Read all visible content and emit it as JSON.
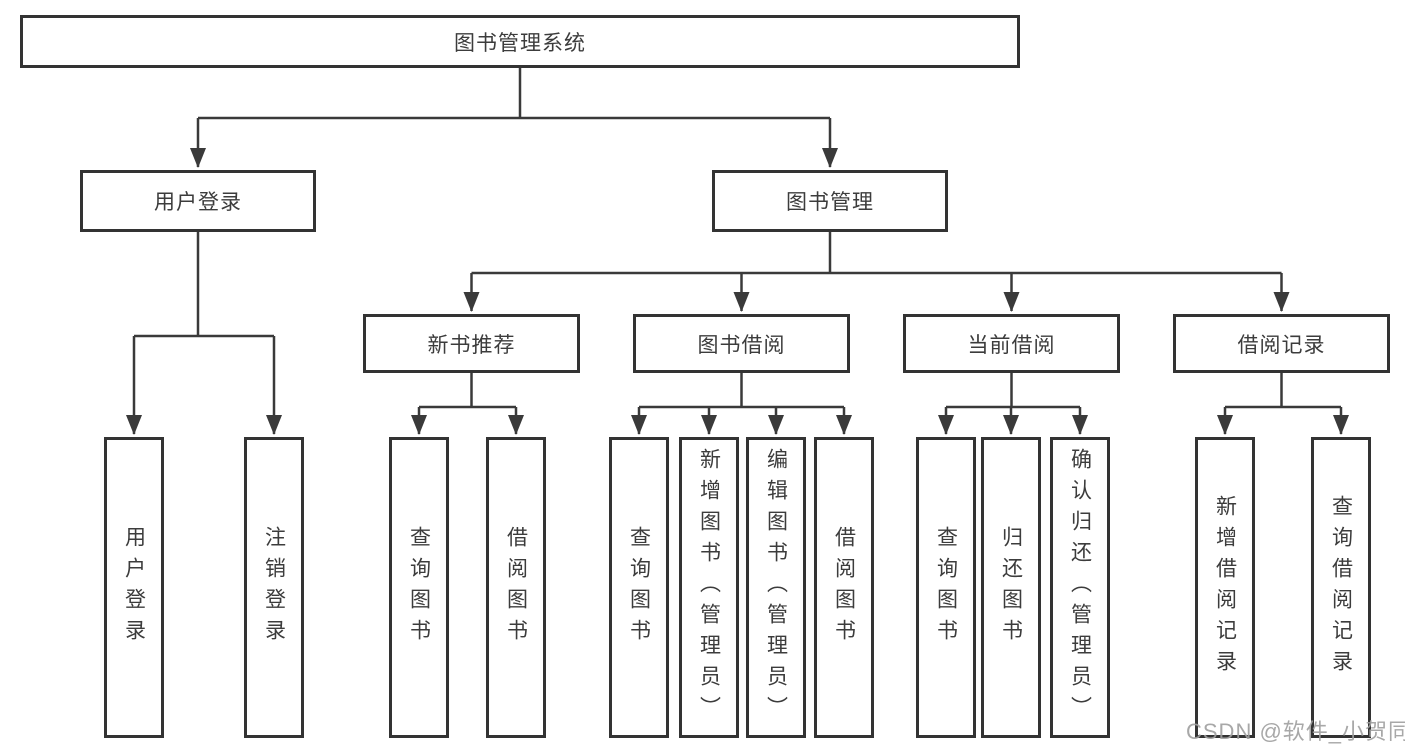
{
  "diagram": {
    "tree": {
      "label": "图书管理系统",
      "children": [
        {
          "label": "用户登录",
          "children": [
            {
              "label": "用户登录"
            },
            {
              "label": "注销登录"
            }
          ]
        },
        {
          "label": "图书管理",
          "children": [
            {
              "label": "新书推荐",
              "children": [
                {
                  "label": "查询图书"
                },
                {
                  "label": "借阅图书"
                }
              ]
            },
            {
              "label": "图书借阅",
              "children": [
                {
                  "label": "查询图书"
                },
                {
                  "label": "新增图书（管理员）"
                },
                {
                  "label": "编辑图书（管理员）"
                },
                {
                  "label": "借阅图书"
                }
              ]
            },
            {
              "label": "当前借阅",
              "children": [
                {
                  "label": "查询图书"
                },
                {
                  "label": "归还图书"
                },
                {
                  "label": "确认归还（管理员）"
                }
              ]
            },
            {
              "label": "借阅记录",
              "children": [
                {
                  "label": "新增借阅记录"
                },
                {
                  "label": "查询借阅记录"
                }
              ]
            }
          ]
        }
      ]
    },
    "colors": {
      "line": "#3a3a3a",
      "box_border": "#333333",
      "text": "#3c3c3c",
      "background": "#ffffff",
      "watermark": "#9e9e9e"
    }
  },
  "watermark": {
    "text": "CSDN @软件_小贺同学"
  }
}
